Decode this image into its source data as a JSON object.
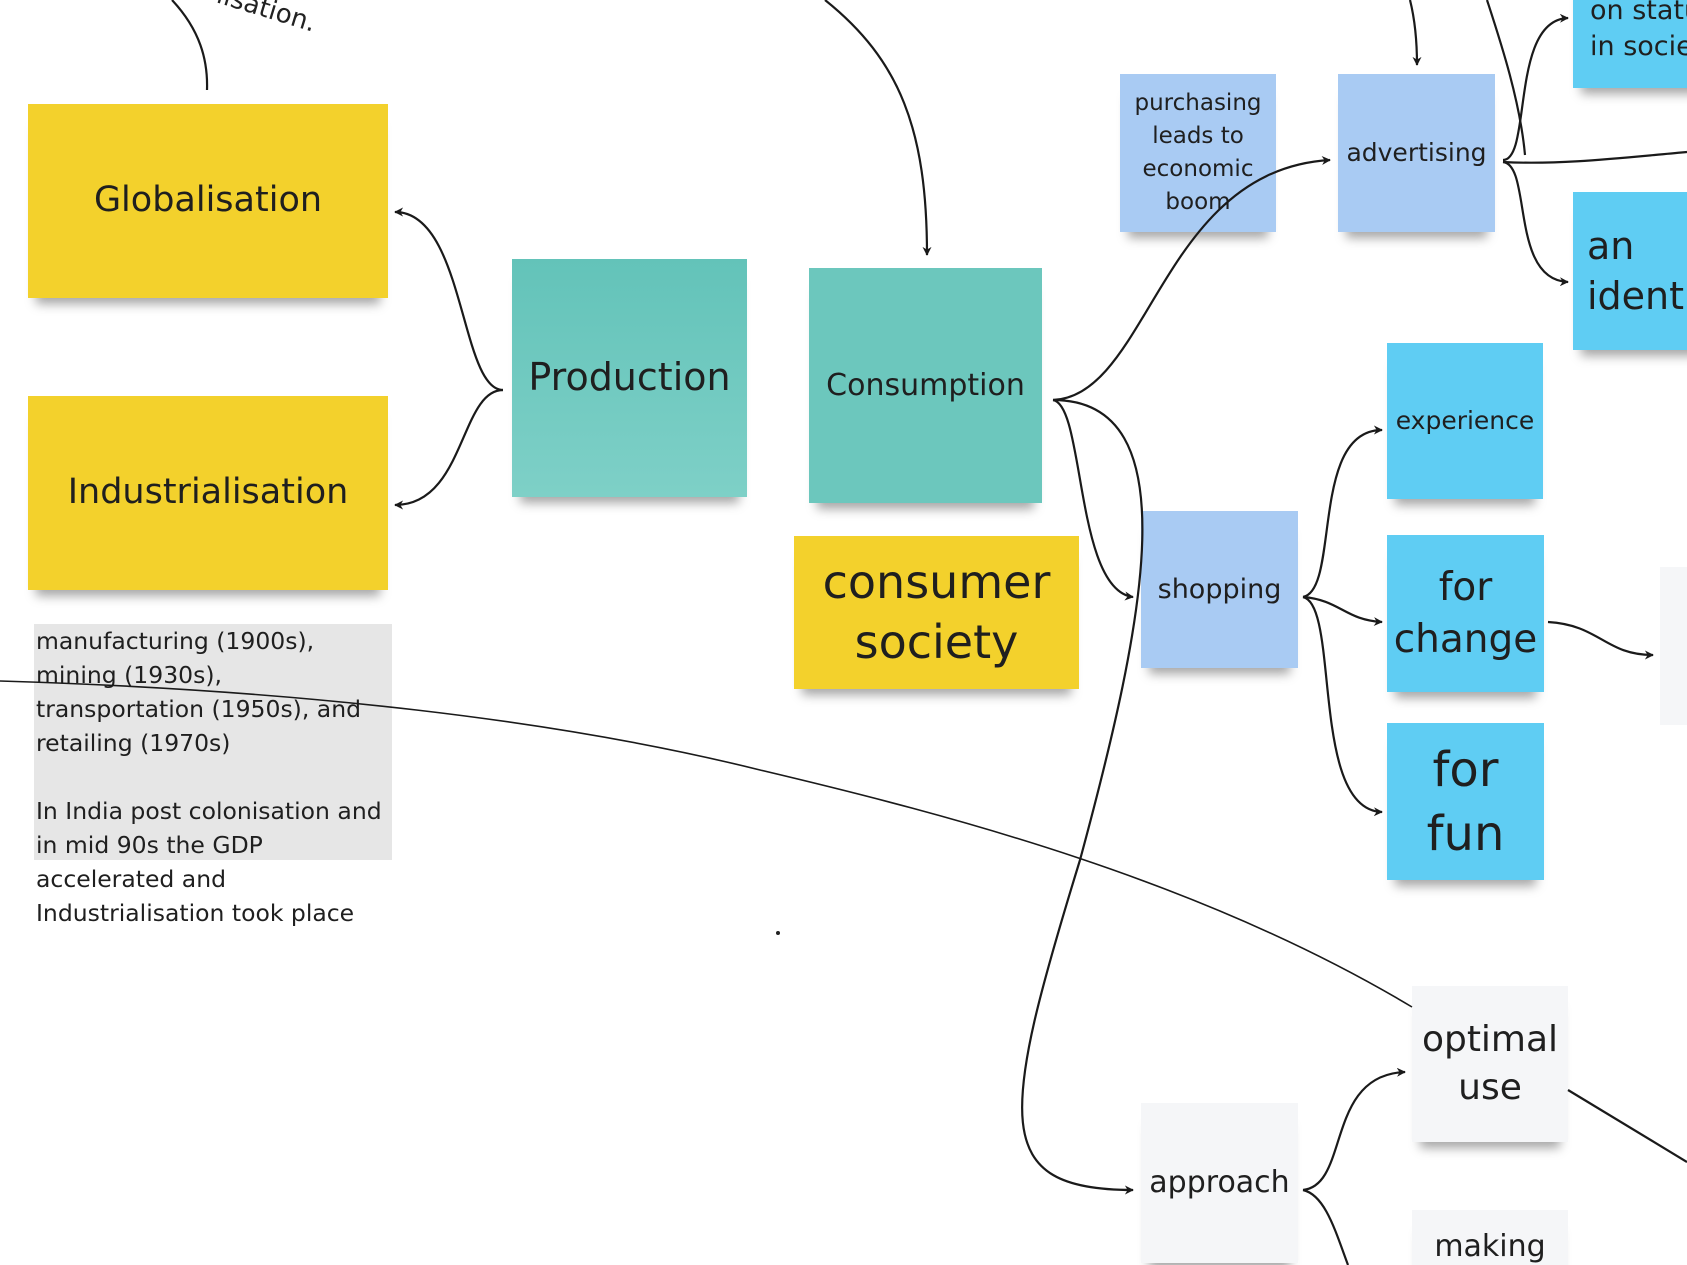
{
  "top_fragment": "lisation.",
  "stickies": {
    "globalisation": "Globalisation",
    "industrialisation": "Industrialisation",
    "production": "Production",
    "consumption": "Consumption",
    "consumer_society": "consumer society",
    "purchasing": "purchasing leads to economic boom",
    "advertising": "advertising",
    "on_status": "on status in society",
    "identity": "an identity",
    "experience": "experience",
    "shopping": "shopping",
    "for_change": "for change",
    "for_fun": "for fun",
    "optimal_use": "optimal use",
    "approach": "approach",
    "making": "making"
  },
  "note_text": "manufacturing (1900s), mining (1930s), transportation (1950s), and retailing (1970s)\n\nIn India post colonisation and in mid 90s the GDP accelerated and Industrialisation took place",
  "colors": {
    "yellow": "#f3d12c",
    "teal": "#6cc7bd",
    "light_blue": "#a9cbf3",
    "cyan": "#5fcdf3",
    "white": "#f5f6f8",
    "note_gray": "#e6e6e6",
    "connector": "#1a1a1a"
  }
}
